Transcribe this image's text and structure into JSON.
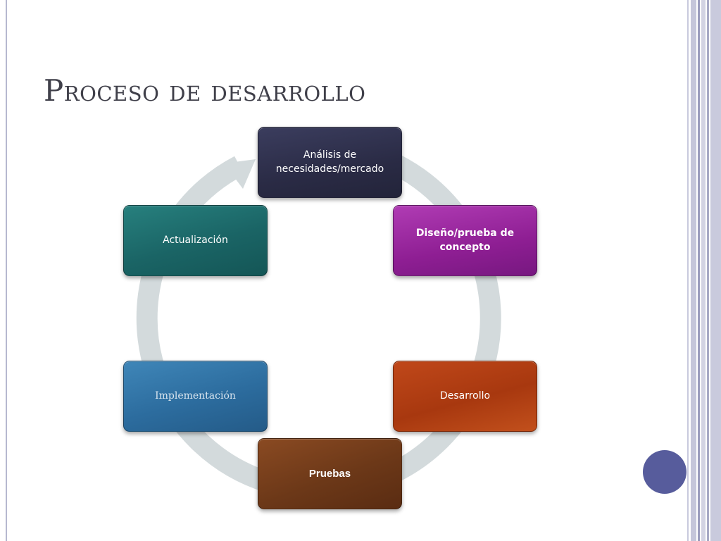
{
  "slide": {
    "title": "Proceso de desarrollo"
  },
  "diagram": {
    "type": "cycle",
    "steps": [
      {
        "id": "analisis",
        "label": "Análisis de necesidades/mercado",
        "color": "#2b2c47"
      },
      {
        "id": "diseno",
        "label": "Diseño/prueba de concepto",
        "color": "#8e1e93"
      },
      {
        "id": "desarrollo",
        "label": "Desarrollo",
        "color": "#b03d12"
      },
      {
        "id": "pruebas",
        "label": "Pruebas",
        "color": "#6c3818"
      },
      {
        "id": "implementacion",
        "label": "Implementación",
        "color": "#2c6c9e"
      },
      {
        "id": "actualizacion",
        "label": "Actualización",
        "color": "#1a6465"
      }
    ],
    "ring_color": "#d3dadc"
  },
  "theme": {
    "accent": "#575c9c",
    "stripe": "#c5c6da"
  }
}
